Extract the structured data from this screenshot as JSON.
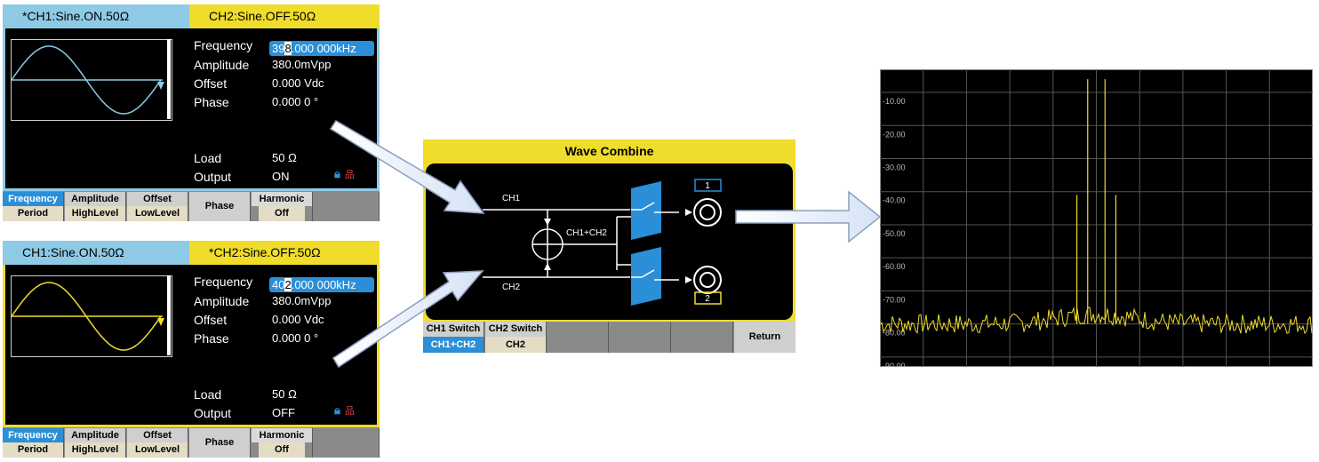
{
  "ch1_screen": {
    "tab1": "*CH1:Sine.ON.50Ω",
    "tab2": "CH2:Sine.OFF.50Ω",
    "frequency_label": "Frequency",
    "frequency_prefix": "39",
    "frequency_cursor": "8",
    "frequency_suffix": ".000 000kHz",
    "amplitude_label": "Amplitude",
    "amplitude_value": "380.0mVpp",
    "offset_label": "Offset",
    "offset_value": "0.000 Vdc",
    "phase_label": "Phase",
    "phase_value": "0.000 0 °",
    "load_label": "Load",
    "load_value": "50 Ω",
    "output_label": "Output",
    "output_value": "ON",
    "wave_color": "#8ecae6",
    "softkeys": {
      "frequency": "Frequency",
      "period": "Period",
      "amplitude": "Amplitude",
      "highlevel": "HighLevel",
      "offset": "Offset",
      "lowlevel": "LowLevel",
      "phase": "Phase",
      "harmonic": "Harmonic",
      "harmonic_state": "Off"
    }
  },
  "ch2_screen": {
    "tab1": "CH1:Sine.ON.50Ω",
    "tab2": "*CH2:Sine.OFF.50Ω",
    "frequency_label": "Frequency",
    "frequency_prefix": "40",
    "frequency_cursor": "2",
    "frequency_suffix": ".000 000kHz",
    "amplitude_label": "Amplitude",
    "amplitude_value": "380.0mVpp",
    "offset_label": "Offset",
    "offset_value": "0.000 Vdc",
    "phase_label": "Phase",
    "phase_value": "0.000 0 °",
    "load_label": "Load",
    "load_value": "50 Ω",
    "output_label": "Output",
    "output_value": "OFF",
    "wave_color": "#f0dc2a",
    "softkeys": {
      "frequency": "Frequency",
      "period": "Period",
      "amplitude": "Amplitude",
      "highlevel": "HighLevel",
      "offset": "Offset",
      "lowlevel": "LowLevel",
      "phase": "Phase",
      "harmonic": "Harmonic",
      "harmonic_state": "Off"
    }
  },
  "wave_combine": {
    "title": "Wave Combine",
    "ch1_label": "CH1",
    "ch2_label": "CH2",
    "sum_label": "CH1+CH2",
    "out1": "1",
    "out2": "2",
    "softkeys": {
      "ch1_switch": "CH1 Switch",
      "ch1_switch_value": "CH1+CH2",
      "ch2_switch": "CH2 Switch",
      "ch2_switch_value": "CH2",
      "return": "Return"
    }
  },
  "chart_data": {
    "type": "line",
    "title": "",
    "xlabel": "",
    "ylabel": "",
    "y_ticks": [
      "-10.00",
      "-20.00",
      "-30.00",
      "-40.00",
      "-50.00",
      "-60.00",
      "-70.00",
      "-80.00",
      "-90.00"
    ],
    "ylim": [
      -93,
      -3
    ],
    "grid": true,
    "background": "#000000",
    "trace_color": "#f0dc2a",
    "noise_floor_db": -80,
    "peaks": [
      {
        "position": "398 kHz",
        "level_db": -6
      },
      {
        "position": "402 kHz",
        "level_db": -6
      },
      {
        "position": "394 kHz",
        "level_db": -41
      },
      {
        "position": "406 kHz",
        "level_db": -41
      }
    ]
  }
}
